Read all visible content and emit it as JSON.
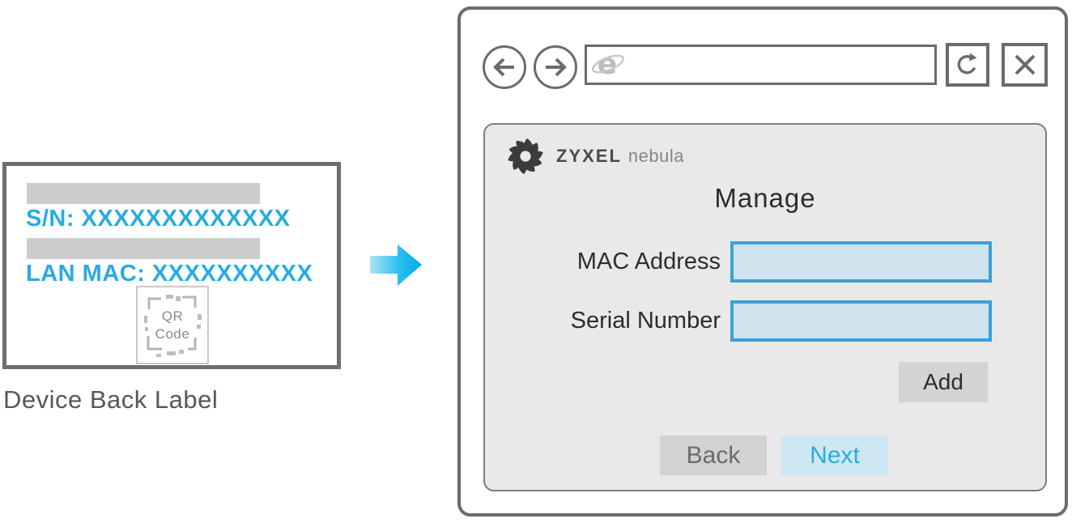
{
  "device_label": {
    "serial_text": "S/N: XXXXXXXXXXXXX",
    "lan_mac_text": "LAN MAC: XXXXXXXXXX",
    "qr_line1": "QR",
    "qr_line2": "Code",
    "caption": "Device Back Label"
  },
  "browser": {
    "address_bar": {
      "value": "",
      "placeholder": ""
    },
    "header": {
      "brand": "ZYXEL",
      "product": "nebula"
    },
    "form": {
      "title": "Manage",
      "fields": [
        {
          "label": "MAC Address",
          "value": ""
        },
        {
          "label": "Serial Number",
          "value": ""
        }
      ],
      "add_label": "Add",
      "back_label": "Back",
      "next_label": "Next"
    }
  },
  "icons": {
    "back": "back-arrow-icon",
    "forward": "forward-arrow-icon",
    "browser_logo": "internet-explorer-icon",
    "refresh": "refresh-icon",
    "close": "close-icon",
    "brand_logo": "zyxel-pinwheel-logo",
    "flow_arrow": "right-arrow-icon",
    "qr": "qr-code-placeholder-icon"
  },
  "colors": {
    "accent_cyan": "#29abe2",
    "input_border": "#3da0d6",
    "input_fill": "#cfe3ee",
    "next_button_bg": "#cde8f4",
    "gray_button_bg": "#d4d4d4",
    "panel_bg": "#e9e9e9",
    "outline_gray": "#6b6b6b",
    "bar_gray": "#cdcdcd",
    "arrow_gradient_start": "#aee2f8",
    "arrow_gradient_end": "#00a9e8"
  }
}
